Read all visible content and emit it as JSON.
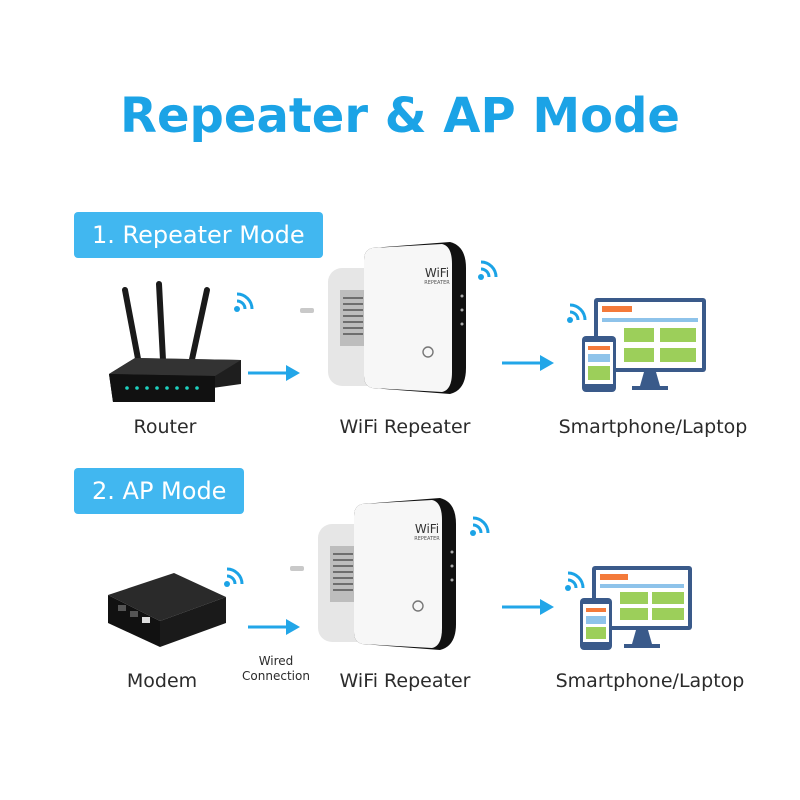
{
  "title": "Repeater & AP Mode",
  "colors": {
    "accent": "#1ba3e6",
    "tag_bg": "#41b7f0",
    "arrow": "#22a6e8"
  },
  "repeater_logo": {
    "brand": "WiFi",
    "sub": "REPEATER"
  },
  "sections": [
    {
      "label": "1. Repeater Mode",
      "devices": [
        {
          "name": "Router",
          "icon": "router-icon"
        },
        {
          "name": "WiFi Repeater",
          "icon": "wifi-repeater-icon"
        },
        {
          "name": "Smartphone/Laptop",
          "icon": "smartphone-laptop-icon"
        }
      ]
    },
    {
      "label": "2. AP Mode",
      "devices": [
        {
          "name": "Modem",
          "icon": "modem-icon"
        },
        {
          "name": "WiFi Repeater",
          "icon": "wifi-repeater-icon"
        },
        {
          "name": "Smartphone/Laptop",
          "icon": "smartphone-laptop-icon"
        }
      ],
      "connection_label": {
        "line1": "Wired",
        "line2": "Connection"
      }
    }
  ]
}
